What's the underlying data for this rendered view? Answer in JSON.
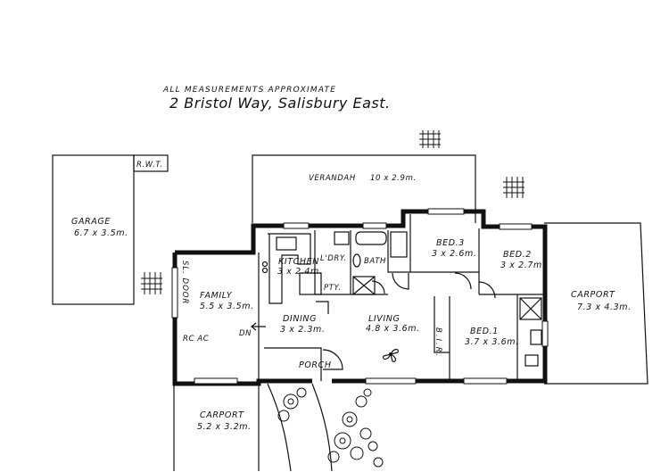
{
  "header": {
    "note": "ALL MEASUREMENTS APPROXIMATE",
    "address": "2 Bristol Way, Salisbury East."
  },
  "rooms": {
    "verandah": {
      "name": "VERANDAH",
      "size": "10 x 2.9m."
    },
    "garage": {
      "name": "GARAGE",
      "size": "6.7 x 3.5m."
    },
    "rwt": {
      "name": "R.W.T."
    },
    "kitchen": {
      "name": "KITCHEN",
      "size": "3 x 2.4m."
    },
    "laundry": {
      "name": "L'DRY."
    },
    "bath": {
      "name": "BATH"
    },
    "pantry": {
      "name": "PTY."
    },
    "bed3": {
      "name": "BED.3",
      "size": "3 x 2.6m."
    },
    "bed2": {
      "name": "BED.2",
      "size": "3 x 2.7m."
    },
    "family": {
      "name": "FAMILY",
      "size": "5.5 x 3.5m."
    },
    "dining": {
      "name": "DINING",
      "size": "3 x 2.3m."
    },
    "living": {
      "name": "LIVING",
      "size": "4.8 x 3.6m."
    },
    "bir": {
      "name": "B.I.R."
    },
    "bed1": {
      "name": "BED.1",
      "size": "3.7 x 3.6m."
    },
    "porch": {
      "name": "PORCH"
    },
    "carport_right": {
      "name": "CARPORT",
      "size": "7.3 x 4.3m."
    },
    "carport_front": {
      "name": "CARPORT",
      "size": "5.2 x 3.2m."
    }
  },
  "annotations": {
    "sliding_door": "SL. DOOR",
    "rc_ac": "RC AC",
    "step_down": "DN"
  }
}
